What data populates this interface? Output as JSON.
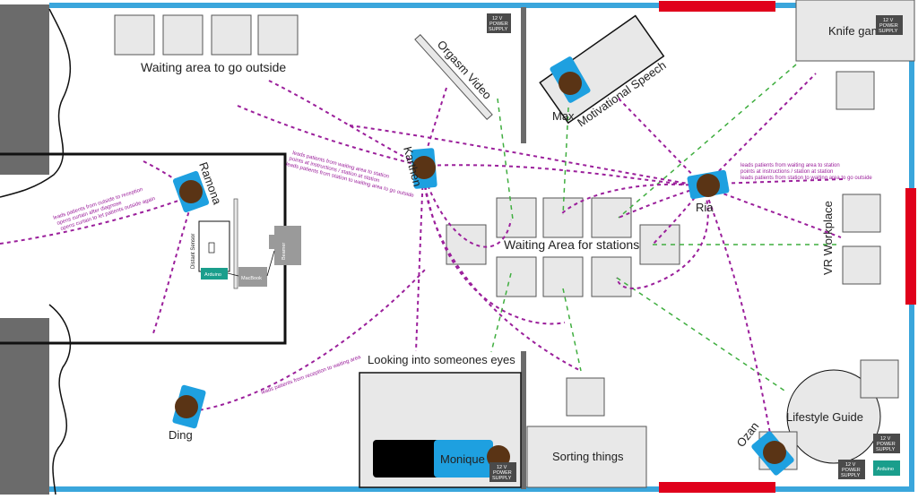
{
  "labels": {
    "waiting_outside": "Waiting area to go outside",
    "orgasm_video": "Orgasm Video",
    "motivational_speech": "Motivational Speech",
    "knife_game": "Knife gam",
    "waiting_stations": "Waiting Area for stations",
    "vr_workplace": "VR Workplace",
    "looking_eyes": "Looking into someones eyes",
    "sorting_things": "Sorting things",
    "lifestyle_guide": "Lifestyle Guide",
    "distant_sensor": "Distant Sensor",
    "arduino": "Arduino",
    "macbook": "MacBook",
    "beamer": "Beamer",
    "power_supply_line1": "12 V",
    "power_supply_line2": "POWER",
    "power_supply_line3": "SUPPLY"
  },
  "people": {
    "ramona": "Ramona",
    "karthen": "Karthen",
    "max": "Max",
    "ria": "Ria",
    "ding": "Ding",
    "monique": "Monique",
    "ozan": "Ozan"
  },
  "notes": {
    "ramona": [
      "leads patients from outside to reception",
      "opens curtain after diagnose",
      "opens curtain to let patients outside again"
    ],
    "karthen": [
      "leads patients from waiting area to station",
      "points at instructions / station at station",
      "leads patients from station to waiting area to go outside"
    ],
    "ria": [
      "leads patients from waiting area to station",
      "points at instructions / station at station",
      "leads patients from station to waiting area to go outside"
    ],
    "ding": [
      "leads patients from reception to waiting area"
    ]
  },
  "colors": {
    "wall_blue": "#3aa6dc",
    "door_red": "#e0001b",
    "path_purple": "#9b1f9b",
    "path_green": "#3fae3f",
    "person_blue": "#1ea0e0",
    "person_head": "#5a3415",
    "arduino_teal": "#1a9e8c",
    "wall_grey": "#6b6b6b"
  }
}
